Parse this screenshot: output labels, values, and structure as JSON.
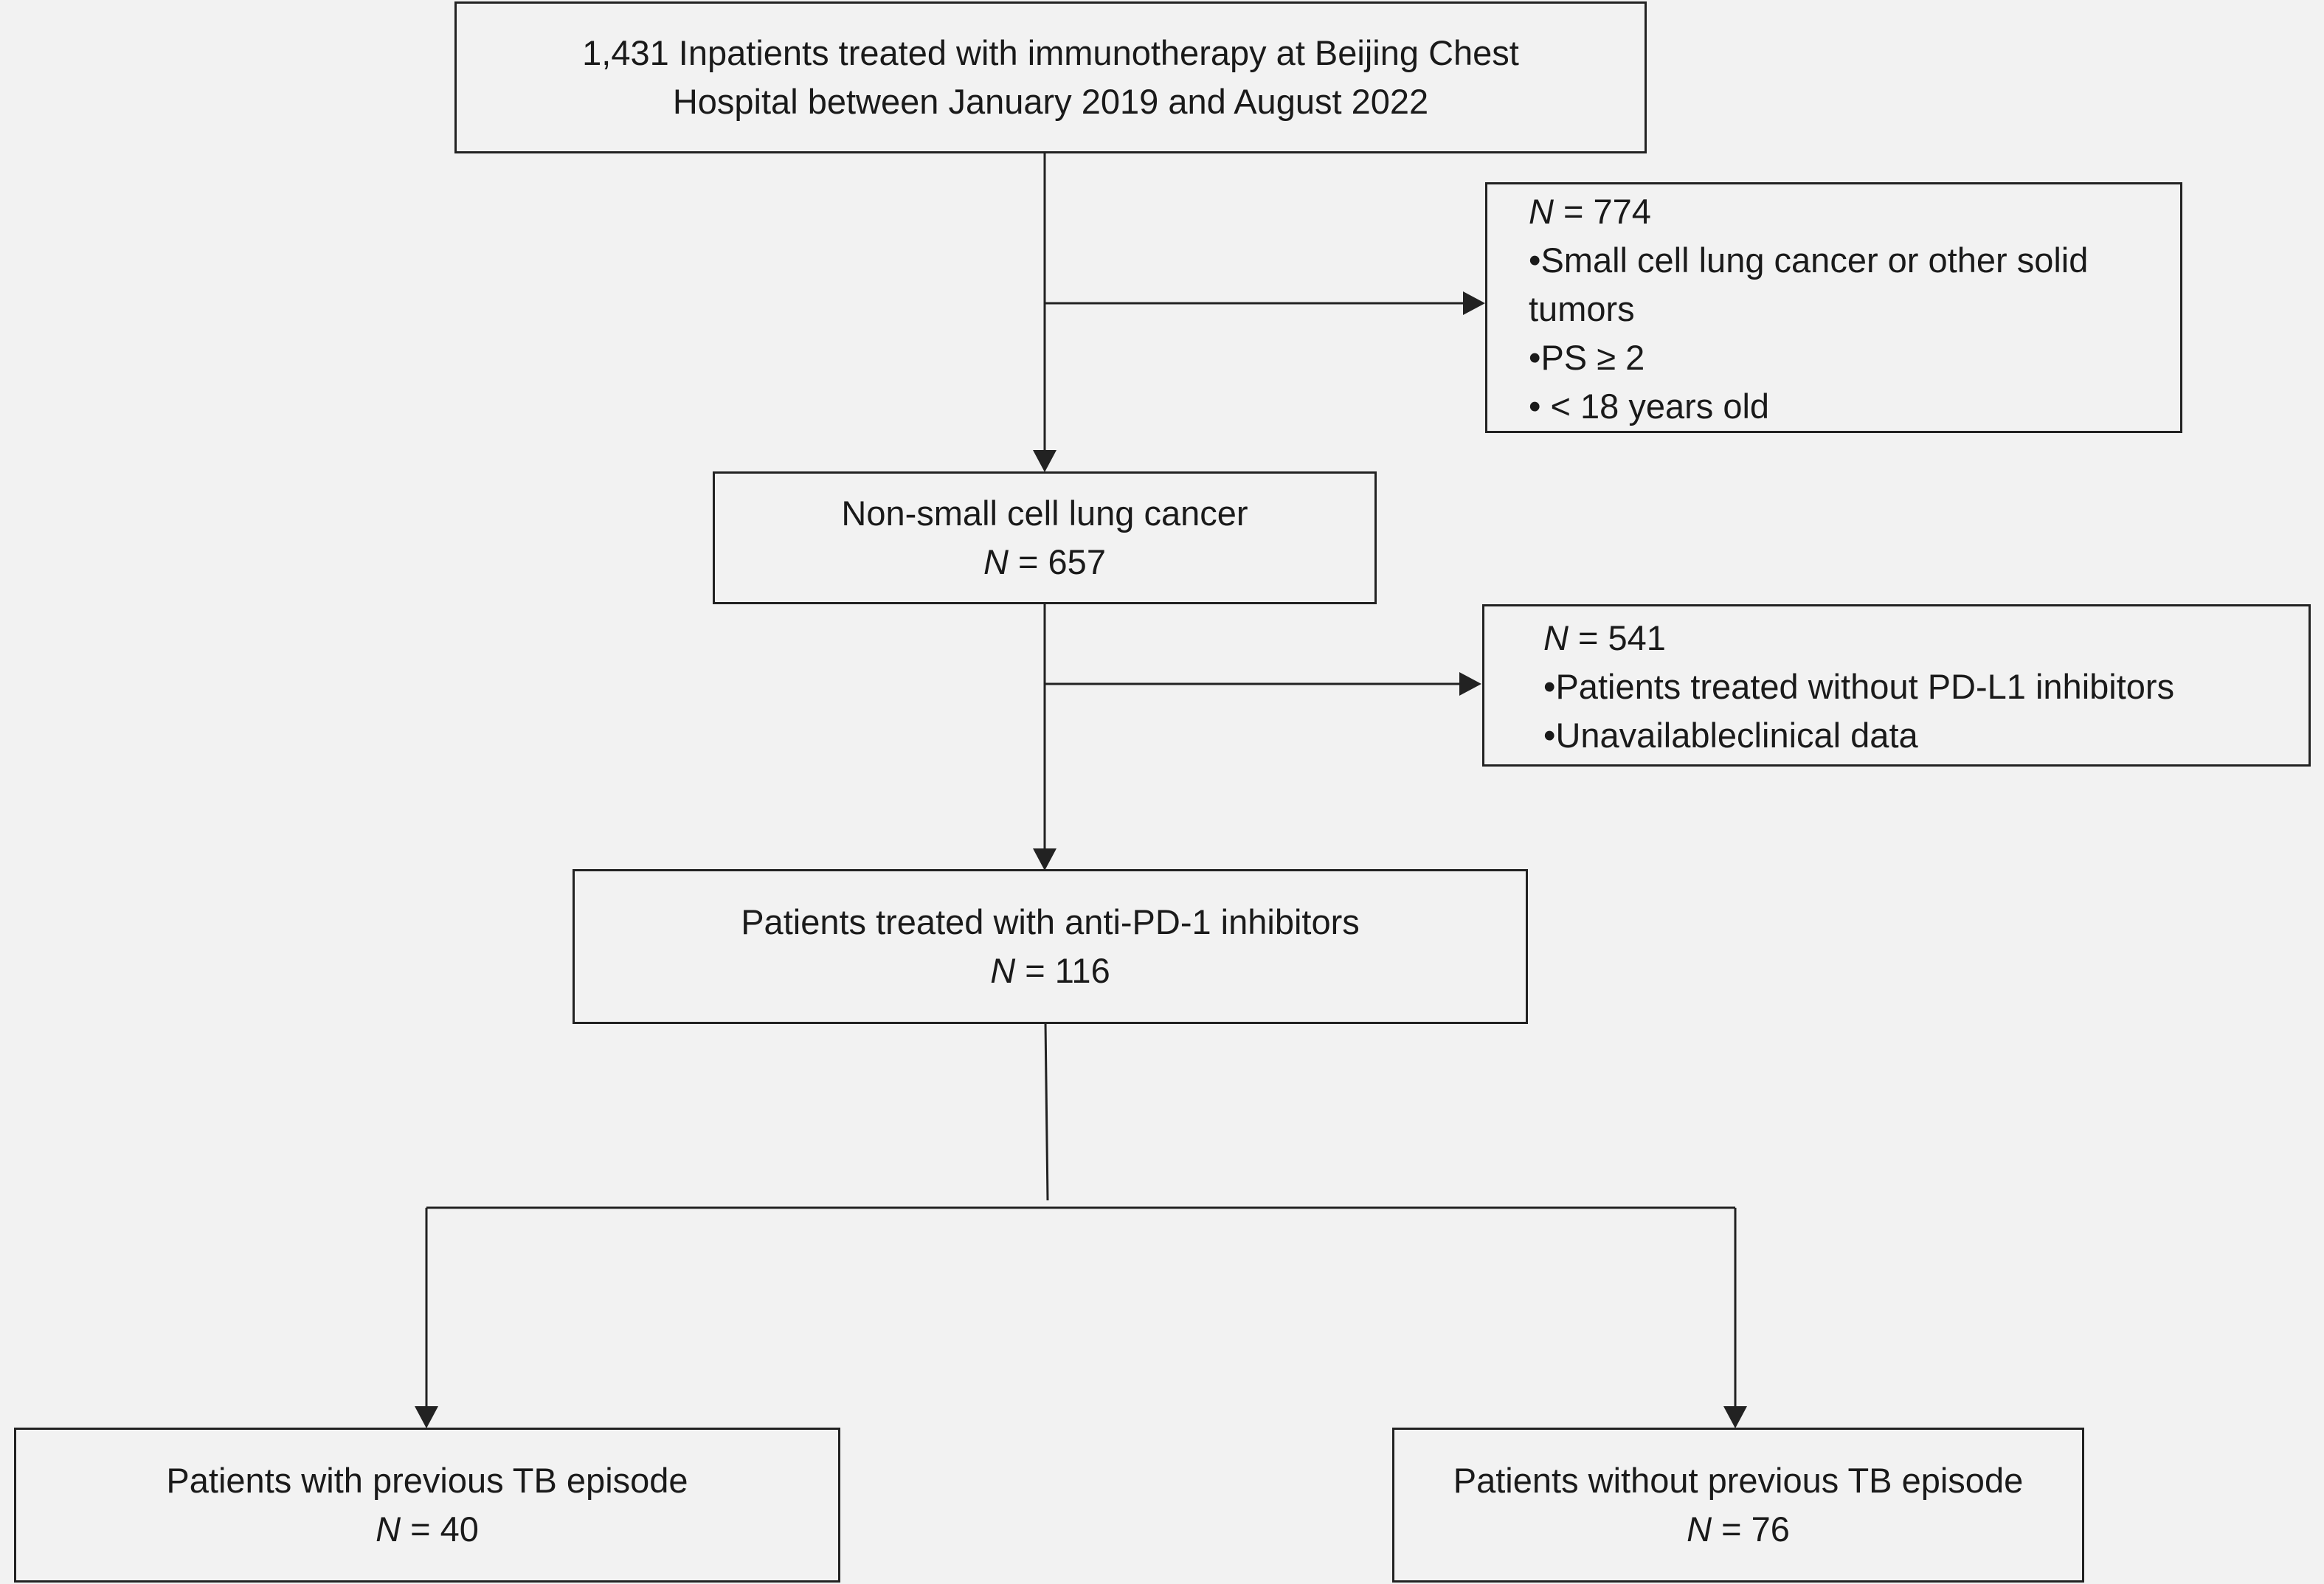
{
  "nodes": {
    "start": {
      "lines": [
        "1,431 Inpatients treated with immunotherapy at Beijing Chest",
        "Hospital between January 2019 and August 2022"
      ]
    },
    "exclusion1": {
      "n_label": "N",
      "n_value": " = 774",
      "items": [
        "•Small cell lung cancer or other solid",
        "tumors",
        "•PS ≥ 2",
        "• < 18 years old"
      ]
    },
    "nsclc": {
      "title": "Non-small cell lung cancer",
      "n_label": "N",
      "n_value": " = 657"
    },
    "exclusion2": {
      "n_label": "N",
      "n_value": " = 541",
      "items": [
        "•Patients treated without PD-L1 inhibitors",
        "•Unavailableclinical data"
      ]
    },
    "pd1": {
      "title": "Patients treated with anti-PD-1 inhibitors",
      "n_label": "N",
      "n_value": " = 116"
    },
    "tb_prev": {
      "title": "Patients with previous TB episode",
      "n_label": "N",
      "n_value": " = 40"
    },
    "tb_none": {
      "title": "Patients without previous TB episode",
      "n_label": "N",
      "n_value": " = 76"
    }
  },
  "colors": {
    "line": "#222222",
    "background": "#f2f2f2"
  }
}
